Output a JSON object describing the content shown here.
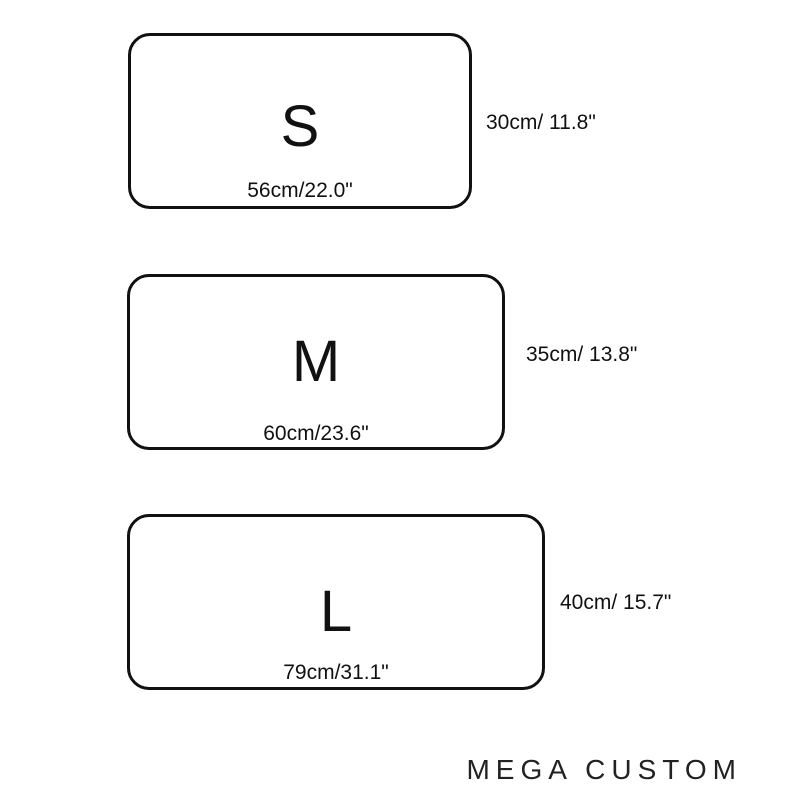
{
  "sizes": [
    {
      "label": "S",
      "width": "56cm/22.0\"",
      "height": "30cm/ 11.8\""
    },
    {
      "label": "M",
      "width": "60cm/23.6\"",
      "height": "35cm/ 13.8\""
    },
    {
      "label": "L",
      "width": "79cm/31.1\"",
      "height": "40cm/ 15.7\""
    }
  ],
  "brand": "MEGA CUSTOM",
  "colors": {
    "outline": "#111111",
    "text": "#111111",
    "background": "#ffffff"
  }
}
